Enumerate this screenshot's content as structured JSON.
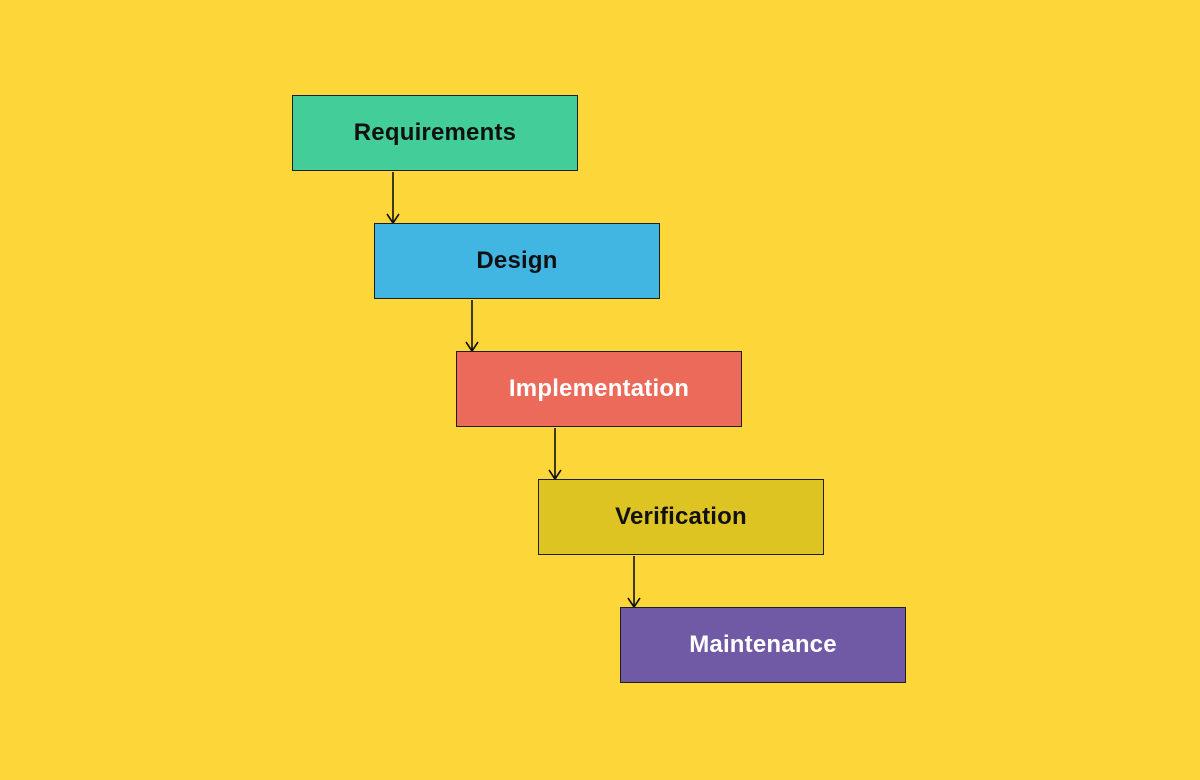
{
  "diagram": {
    "background_color": "#FDD73A",
    "stages": [
      {
        "label": "Requirements",
        "fill": "#43CD98",
        "text_color": "#111111"
      },
      {
        "label": "Design",
        "fill": "#41B6E3",
        "text_color": "#111111"
      },
      {
        "label": "Implementation",
        "fill": "#EC6A5A",
        "text_color": "#FFFFFF"
      },
      {
        "label": "Verification",
        "fill": "#DEC423",
        "text_color": "#111111"
      },
      {
        "label": "Maintenance",
        "fill": "#705AA5",
        "text_color": "#FFFFFF"
      }
    ],
    "connections": [
      {
        "from": "Requirements",
        "to": "Design"
      },
      {
        "from": "Design",
        "to": "Implementation"
      },
      {
        "from": "Implementation",
        "to": "Verification"
      },
      {
        "from": "Verification",
        "to": "Maintenance"
      }
    ]
  }
}
